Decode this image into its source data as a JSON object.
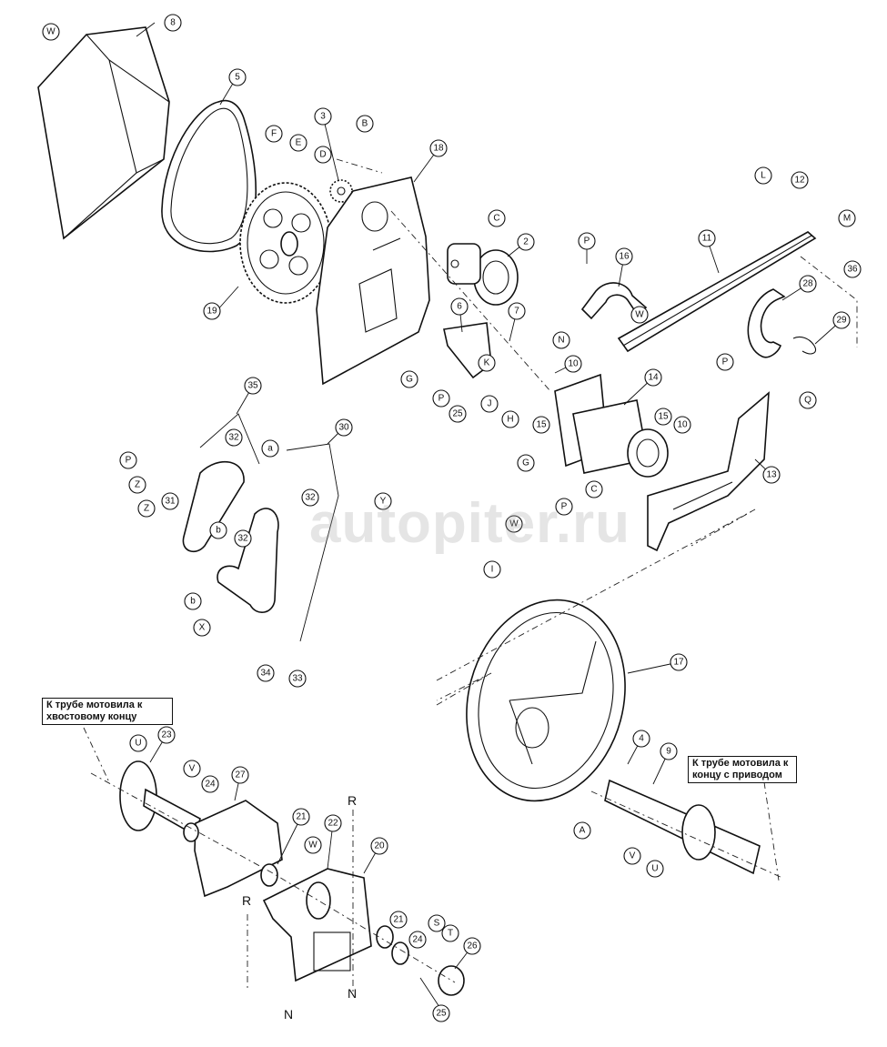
{
  "diagram": {
    "callouts": {
      "tail_end": "К трубе мотовила к хвостовому концу",
      "drive_end": "К трубе мотовила к концу с приводом"
    },
    "section_letters": {
      "r_top": "R",
      "r_left": "R",
      "n_left": "N",
      "n_right": "N"
    },
    "watermark": "autopiter.ru",
    "labels": [
      "W",
      "8",
      "5",
      "3",
      "B",
      "F",
      "E",
      "D",
      "18",
      "C",
      "2",
      "P",
      "16",
      "W",
      "N",
      "11",
      "L",
      "12",
      "M",
      "36",
      "28",
      "29",
      "19",
      "6",
      "7",
      "G",
      "K",
      "10",
      "P",
      "25",
      "J",
      "H",
      "15",
      "14",
      "15",
      "10",
      "P",
      "Q",
      "13",
      "35",
      "30",
      "P",
      "32",
      "a",
      "Z",
      "Z",
      "31",
      "b",
      "32",
      "32",
      "Y",
      "b",
      "X",
      "34",
      "33",
      "W",
      "I",
      "C",
      "P",
      "G",
      "17",
      "4",
      "9",
      "A",
      "V",
      "U",
      "23",
      "U",
      "V",
      "24",
      "27",
      "21",
      "22",
      "W",
      "20",
      "21",
      "24",
      "S",
      "T",
      "26",
      "25"
    ]
  }
}
